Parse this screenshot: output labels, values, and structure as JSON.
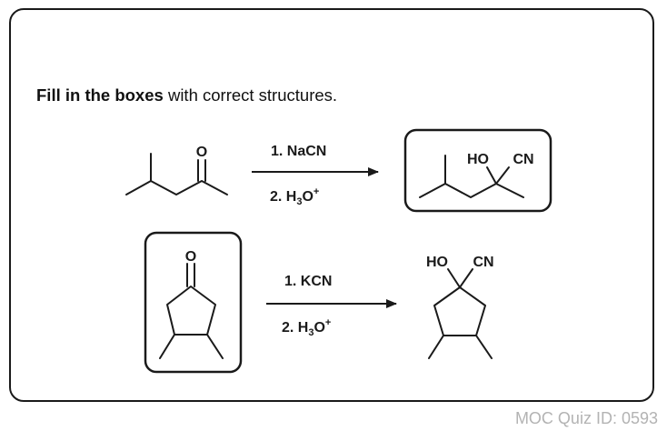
{
  "instruction": {
    "bold": "Fill in the boxes",
    "rest": " with correct structures."
  },
  "reactions": [
    {
      "reagent_1": "1. NaCN",
      "reagent_2_prefix": "2. H",
      "reagent_2_sub": "3",
      "reagent_2_mid": "O",
      "reagent_2_sup": "+",
      "starting_material": {
        "atom_label": "O"
      },
      "product": {
        "labels": [
          "HO",
          "CN"
        ],
        "boxed": true
      }
    },
    {
      "reagent_1": "1. KCN",
      "reagent_2_prefix": "2. H",
      "reagent_2_sub": "3",
      "reagent_2_mid": "O",
      "reagent_2_sup": "+",
      "starting_material": {
        "atom_label": "O",
        "boxed": true
      },
      "product": {
        "labels": [
          "HO",
          "CN"
        ]
      }
    }
  ],
  "footer": {
    "quiz_id": "MOC Quiz ID: 0593"
  },
  "colors": {
    "stroke": "#1a1a1a",
    "footer_text": "#b3b3b3"
  }
}
